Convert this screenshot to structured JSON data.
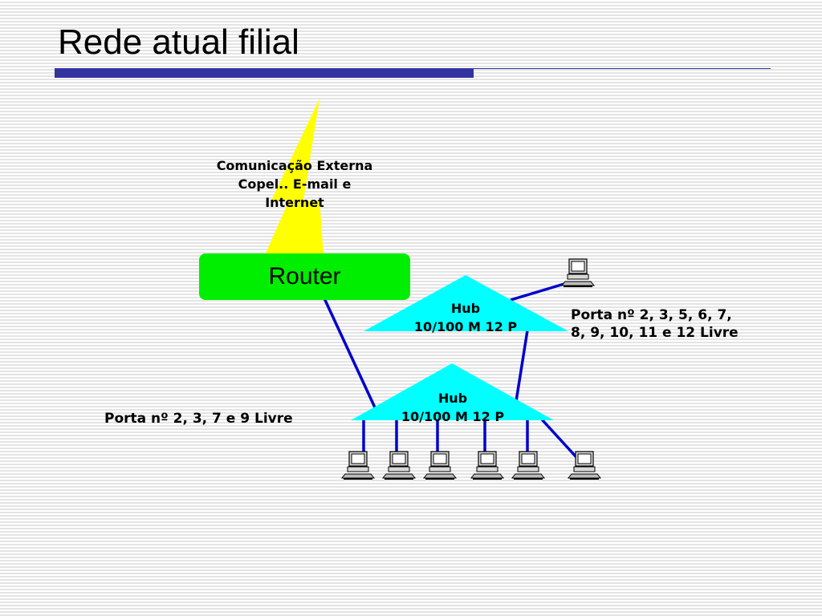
{
  "slide": {
    "title": "Rede atual filial"
  },
  "colors": {
    "title_bar": "#3333a0",
    "router_fill": "#00ee00",
    "hub_fill": "#00ffff",
    "lightning": "#ffff00",
    "link_line": "#0000cc"
  },
  "external": {
    "label_line1": "Comunicação Externa",
    "label_line2": "Copel.. E-mail e",
    "label_line3": "Internet"
  },
  "router": {
    "label": "Router"
  },
  "hub_top": {
    "line1": "Hub",
    "line2": "10/100 M 12 P"
  },
  "hub_bottom": {
    "line1": "Hub",
    "line2": "10/100 M 12 P"
  },
  "ports_top": {
    "line1": "Porta nº 2, 3, 5, 6, 7,",
    "line2": "8, 9, 10, 11 e 12   Livre"
  },
  "ports_bottom": {
    "text": "Porta nº 2, 3, 7 e 9   Livre"
  },
  "icons": {
    "computer": "computer-icon",
    "lightning": "lightning-bolt-icon"
  }
}
